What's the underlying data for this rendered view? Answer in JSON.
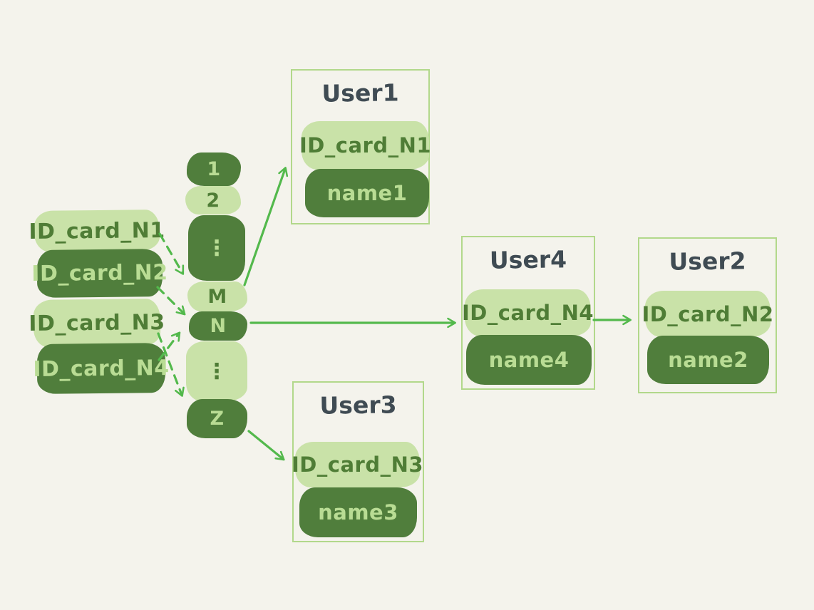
{
  "diagram_type": "hash-table-collision-diagram",
  "colors": {
    "background": "#f4f3ec",
    "pill_light_bg": "#c9e2a8",
    "pill_dark_bg": "#507e3c",
    "text_on_light": "#4f7d36",
    "text_on_dark": "#b9dc94",
    "arrow_green": "#53b94c",
    "box_border": "#b2d88b",
    "user_title_color": "#3f4b53"
  },
  "id_cards": [
    {
      "label": "ID_card_N1",
      "variant": "light"
    },
    {
      "label": "ID_card_N2",
      "variant": "dark"
    },
    {
      "label": "ID_card_N3",
      "variant": "light"
    },
    {
      "label": "ID_card_N4",
      "variant": "dark"
    }
  ],
  "hash_buckets": [
    {
      "label": "1",
      "variant": "dark"
    },
    {
      "label": "2",
      "variant": "light"
    },
    {
      "label": "⋮",
      "variant": "dark"
    },
    {
      "label": "M",
      "variant": "light"
    },
    {
      "label": "N",
      "variant": "dark"
    },
    {
      "label": "⋮",
      "variant": "light"
    },
    {
      "label": "Z",
      "variant": "dark"
    }
  ],
  "users": [
    {
      "title": "User1",
      "id_card": "ID_card_N1",
      "name": "name1"
    },
    {
      "title": "User4",
      "id_card": "ID_card_N4",
      "name": "name4"
    },
    {
      "title": "User2",
      "id_card": "ID_card_N2",
      "name": "name2"
    },
    {
      "title": "User3",
      "id_card": "ID_card_N3",
      "name": "name3"
    }
  ],
  "edges": {
    "dashed": [
      {
        "from": "ID_card_N1",
        "to": "bucket-M"
      },
      {
        "from": "ID_card_N2",
        "to": "bucket-N"
      },
      {
        "from": "ID_card_N3",
        "to": "bucket-Z"
      },
      {
        "from": "ID_card_N4",
        "to": "bucket-N"
      }
    ],
    "solid": [
      {
        "from": "bucket-M",
        "to": "User1"
      },
      {
        "from": "bucket-N",
        "to": "User4"
      },
      {
        "from": "bucket-Z",
        "to": "User3"
      },
      {
        "from": "User4",
        "to": "User2"
      }
    ]
  }
}
